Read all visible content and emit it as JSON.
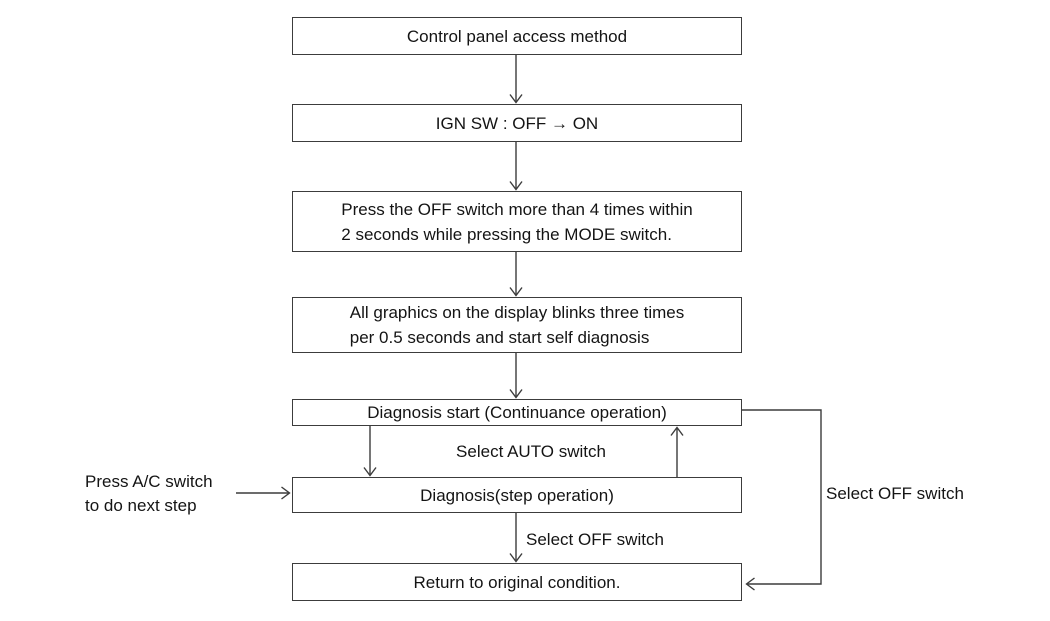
{
  "diagram": {
    "nodes": [
      {
        "lines": [
          "Control panel access method"
        ]
      },
      {
        "lines": [
          "IGN SW : OFF → ON"
        ]
      },
      {
        "lines": [
          "Press the OFF switch more than 4 times within",
          "2 seconds while pressing the MODE switch."
        ]
      },
      {
        "lines": [
          "All graphics on the display blinks three times",
          "per 0.5 seconds and start self diagnosis"
        ]
      },
      {
        "lines": [
          "Diagnosis start (Continuance operation)"
        ]
      },
      {
        "lines": [
          "Diagnosis(step operation)"
        ]
      },
      {
        "lines": [
          "Return to original condition."
        ]
      }
    ],
    "edge_labels": {
      "select_auto": "Select AUTO switch",
      "select_off_step": "Select OFF switch",
      "select_off_loop": "Select OFF switch"
    },
    "annotations": {
      "press_ac_line1": "Press A/C switch",
      "press_ac_line2": "to do next step"
    },
    "colors": {
      "line": "#3c3c3c",
      "text": "#141414",
      "background": "#ffffff"
    }
  }
}
